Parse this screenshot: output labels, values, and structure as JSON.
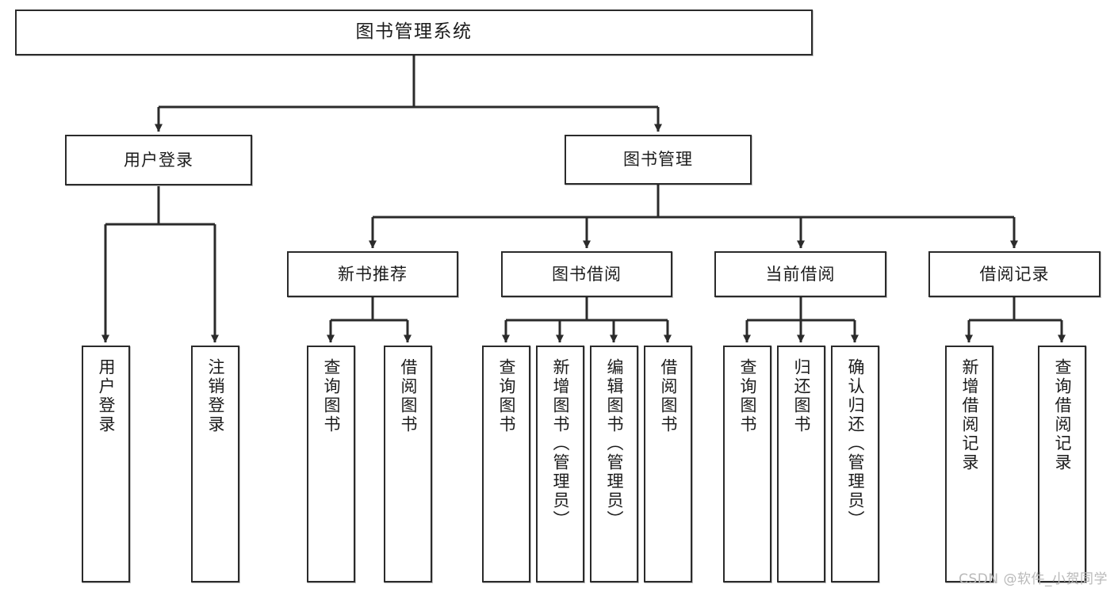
{
  "diagram": {
    "title": "图书管理系统",
    "watermark": "CSDN @软件_小贺同学",
    "colors": {
      "background": "#ffffff",
      "stroke": "#2b2b2b",
      "text": "#1c1c1c",
      "watermark": "#b9b9b9"
    },
    "root": {
      "label": "图书管理系统"
    },
    "level2": [
      {
        "label": "用户登录"
      },
      {
        "label": "图书管理"
      }
    ],
    "level3": [
      {
        "label": "新书推荐"
      },
      {
        "label": "图书借阅"
      },
      {
        "label": "当前借阅"
      },
      {
        "label": "借阅记录"
      }
    ],
    "leaves": [
      {
        "label": "用户登录",
        "parent": "用户登录"
      },
      {
        "label": "注销登录",
        "parent": "用户登录"
      },
      {
        "label": "查询图书",
        "parent": "新书推荐"
      },
      {
        "label": "借阅图书",
        "parent": "新书推荐"
      },
      {
        "label": "查询图书",
        "parent": "图书借阅"
      },
      {
        "label": "新增图书（管理员）",
        "parent": "图书借阅"
      },
      {
        "label": "编辑图书（管理员）",
        "parent": "图书借阅"
      },
      {
        "label": "借阅图书",
        "parent": "图书借阅"
      },
      {
        "label": "查询图书",
        "parent": "当前借阅"
      },
      {
        "label": "归还图书",
        "parent": "当前借阅"
      },
      {
        "label": "确认归还（管理员）",
        "parent": "当前借阅"
      },
      {
        "label": "新增借阅记录",
        "parent": "借阅记录"
      },
      {
        "label": "查询借阅记录",
        "parent": "借阅记录"
      }
    ]
  }
}
